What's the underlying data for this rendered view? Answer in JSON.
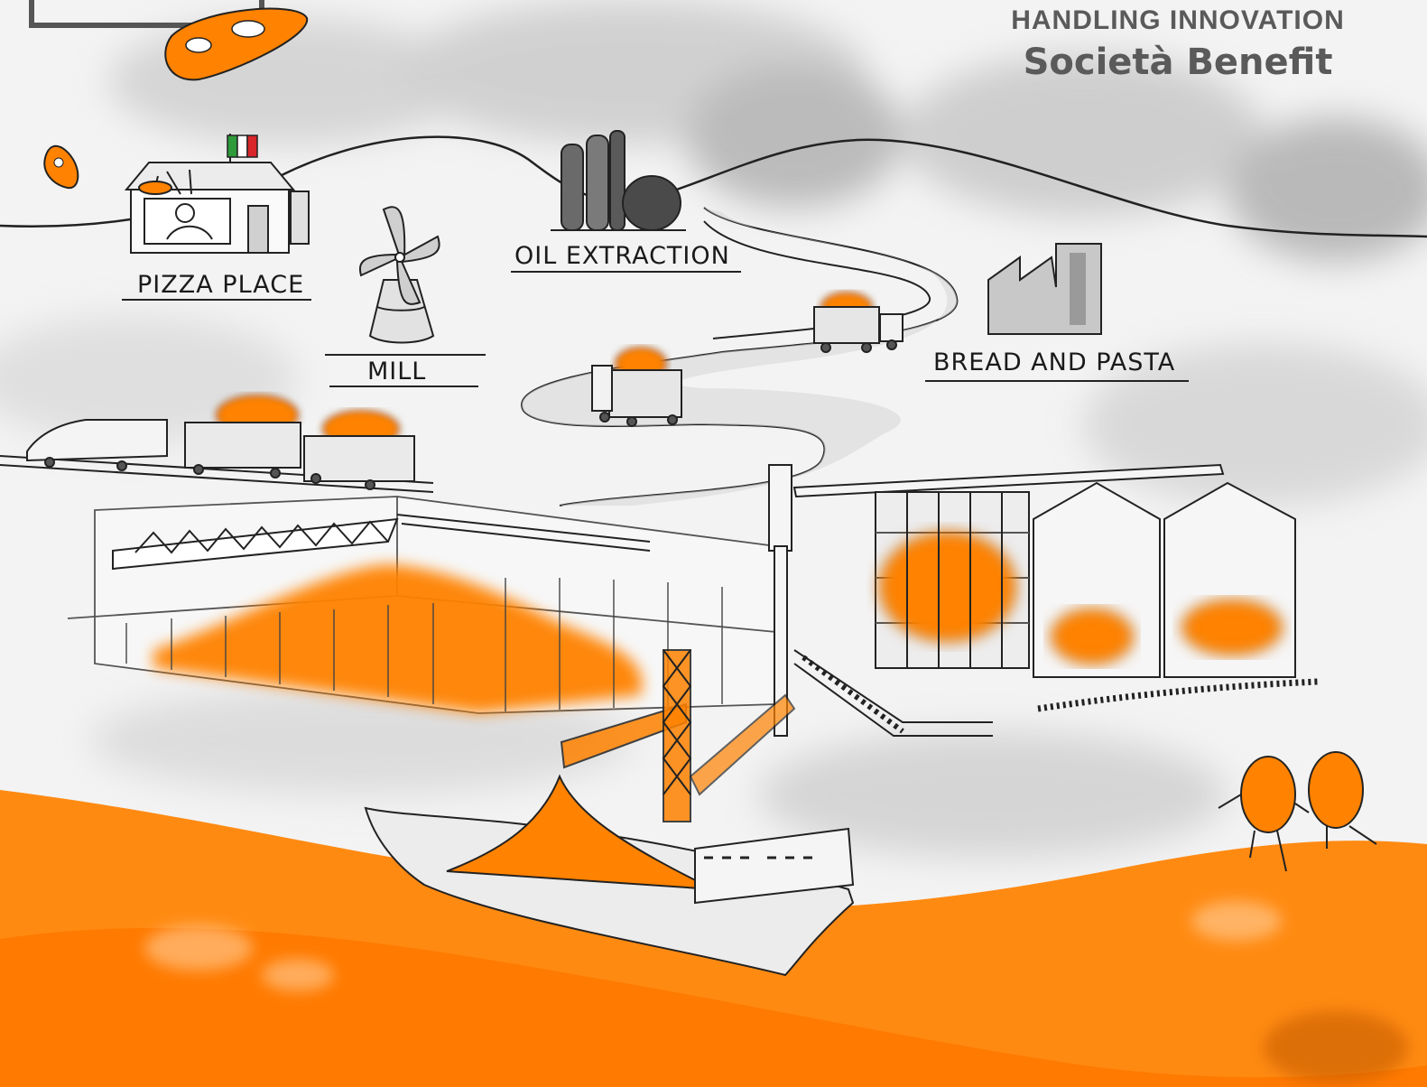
{
  "header": {
    "line1": "HANDLING INNOVATION",
    "line2": "Società Benefit"
  },
  "labels": {
    "pizza_place": "PIZZA PLACE",
    "mill": "MILL",
    "oil_extraction": "OIL EXTRACTION",
    "bread_and_pasta": "BREAD AND PASTA"
  },
  "colors": {
    "accent_orange": "#ff8200",
    "ink": "#1a1a1a",
    "grey": "#9a9a9a",
    "background": "#f3f3f3",
    "flag_green": "#2e9a3a",
    "flag_red": "#d8262b"
  },
  "icons": [
    "logo-frame",
    "pizza-icon",
    "italian-flag-icon",
    "windmill-icon",
    "oil-refinery-icon",
    "factory-icon",
    "truck-icon",
    "train-icon",
    "ship-icon",
    "silo-icon",
    "crane-icon",
    "character-icon"
  ]
}
